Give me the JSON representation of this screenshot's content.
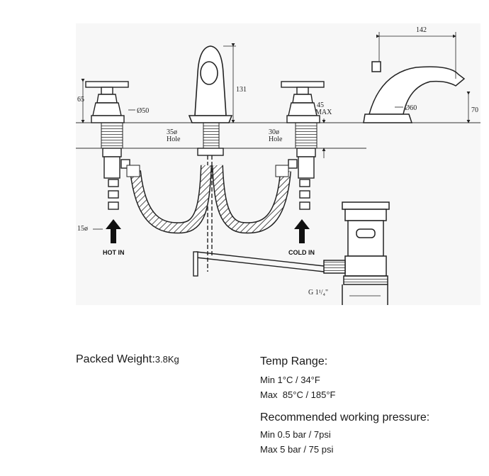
{
  "drawing": {
    "dim_overall_width": "142",
    "dim_spout_height_right": "70",
    "dim_spout_diameter": "Ø60",
    "dim_handle_height": "65",
    "dim_handle_diameter": "Ø50",
    "dim_spout_height_center": "131",
    "dim_deck_thickness_value": "45",
    "dim_deck_thickness_unit": "MAX",
    "hole_center_size": "35ø",
    "hole_center_word": "Hole",
    "hole_right_size": "30ø",
    "hole_right_word": "Hole",
    "inlet_size": "15ø",
    "hot_in": "HOT IN",
    "cold_in": "COLD IN",
    "waste_thread": "G 1¹/₄\""
  },
  "specs": {
    "packed_weight_label": "Packed Weight:",
    "packed_weight_value": "3.8Kg",
    "temp_range_title": "Temp Range:",
    "temp_min": "Min 1°C / 34°F",
    "temp_max": "Max  85°C / 185°F",
    "pressure_title": "Recommended working pressure:",
    "pressure_min": "Min 0.5 bar / 7psi",
    "pressure_max": "Max 5 bar / 75 psi"
  }
}
